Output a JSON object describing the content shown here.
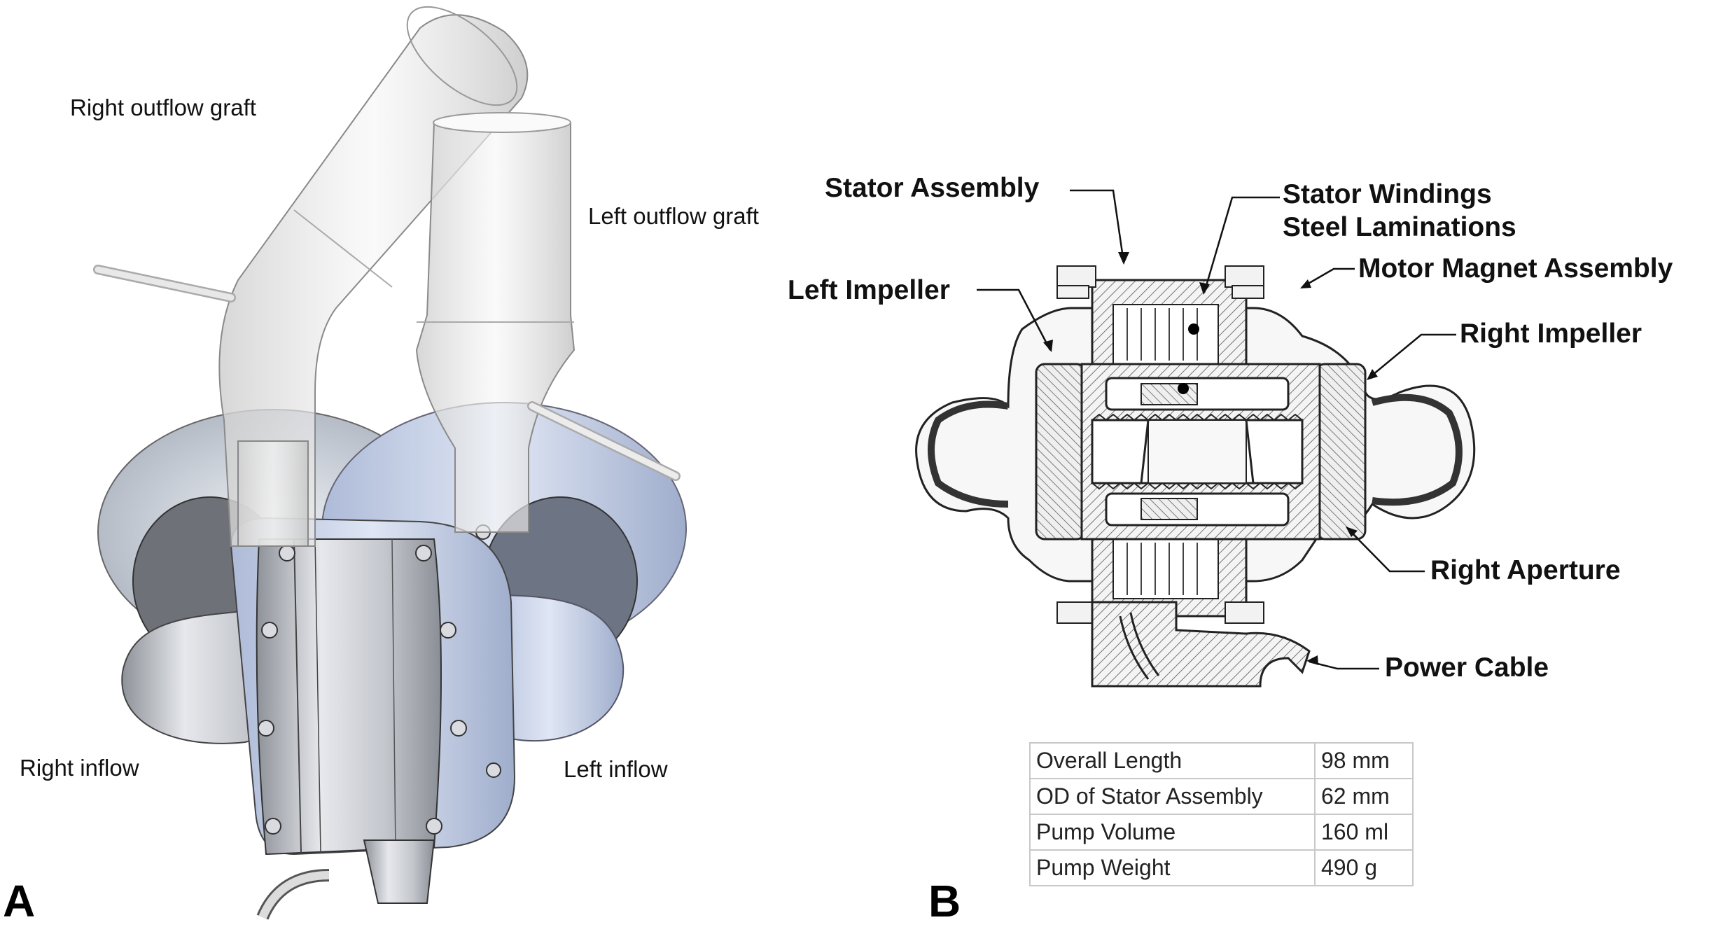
{
  "panelA": {
    "letter": "A",
    "labels": {
      "right_outflow": "Right outflow graft",
      "left_outflow": "Left outflow graft",
      "right_inflow": "Right inflow",
      "left_inflow": "Left inflow"
    }
  },
  "panelB": {
    "letter": "B",
    "labels": {
      "stator_assembly": "Stator Assembly",
      "stator_windings": "Stator Windings",
      "steel_laminations": "Steel Laminations",
      "motor_magnet": "Motor Magnet Assembly",
      "left_impeller": "Left Impeller",
      "right_impeller": "Right Impeller",
      "right_aperture": "Right Aperture",
      "power_cable": "Power Cable"
    },
    "specs": [
      {
        "label": "Overall Length",
        "value": "98 mm"
      },
      {
        "label": "OD of Stator Assembly",
        "value": "62 mm"
      },
      {
        "label": "Pump Volume",
        "value": "160 ml"
      },
      {
        "label": "Pump Weight",
        "value": "490 g"
      }
    ]
  },
  "colors": {
    "metal": "#c9ccd4",
    "metal_blue": "#bcc8e4",
    "graft": "#e2e2e2",
    "line": "#222222"
  }
}
